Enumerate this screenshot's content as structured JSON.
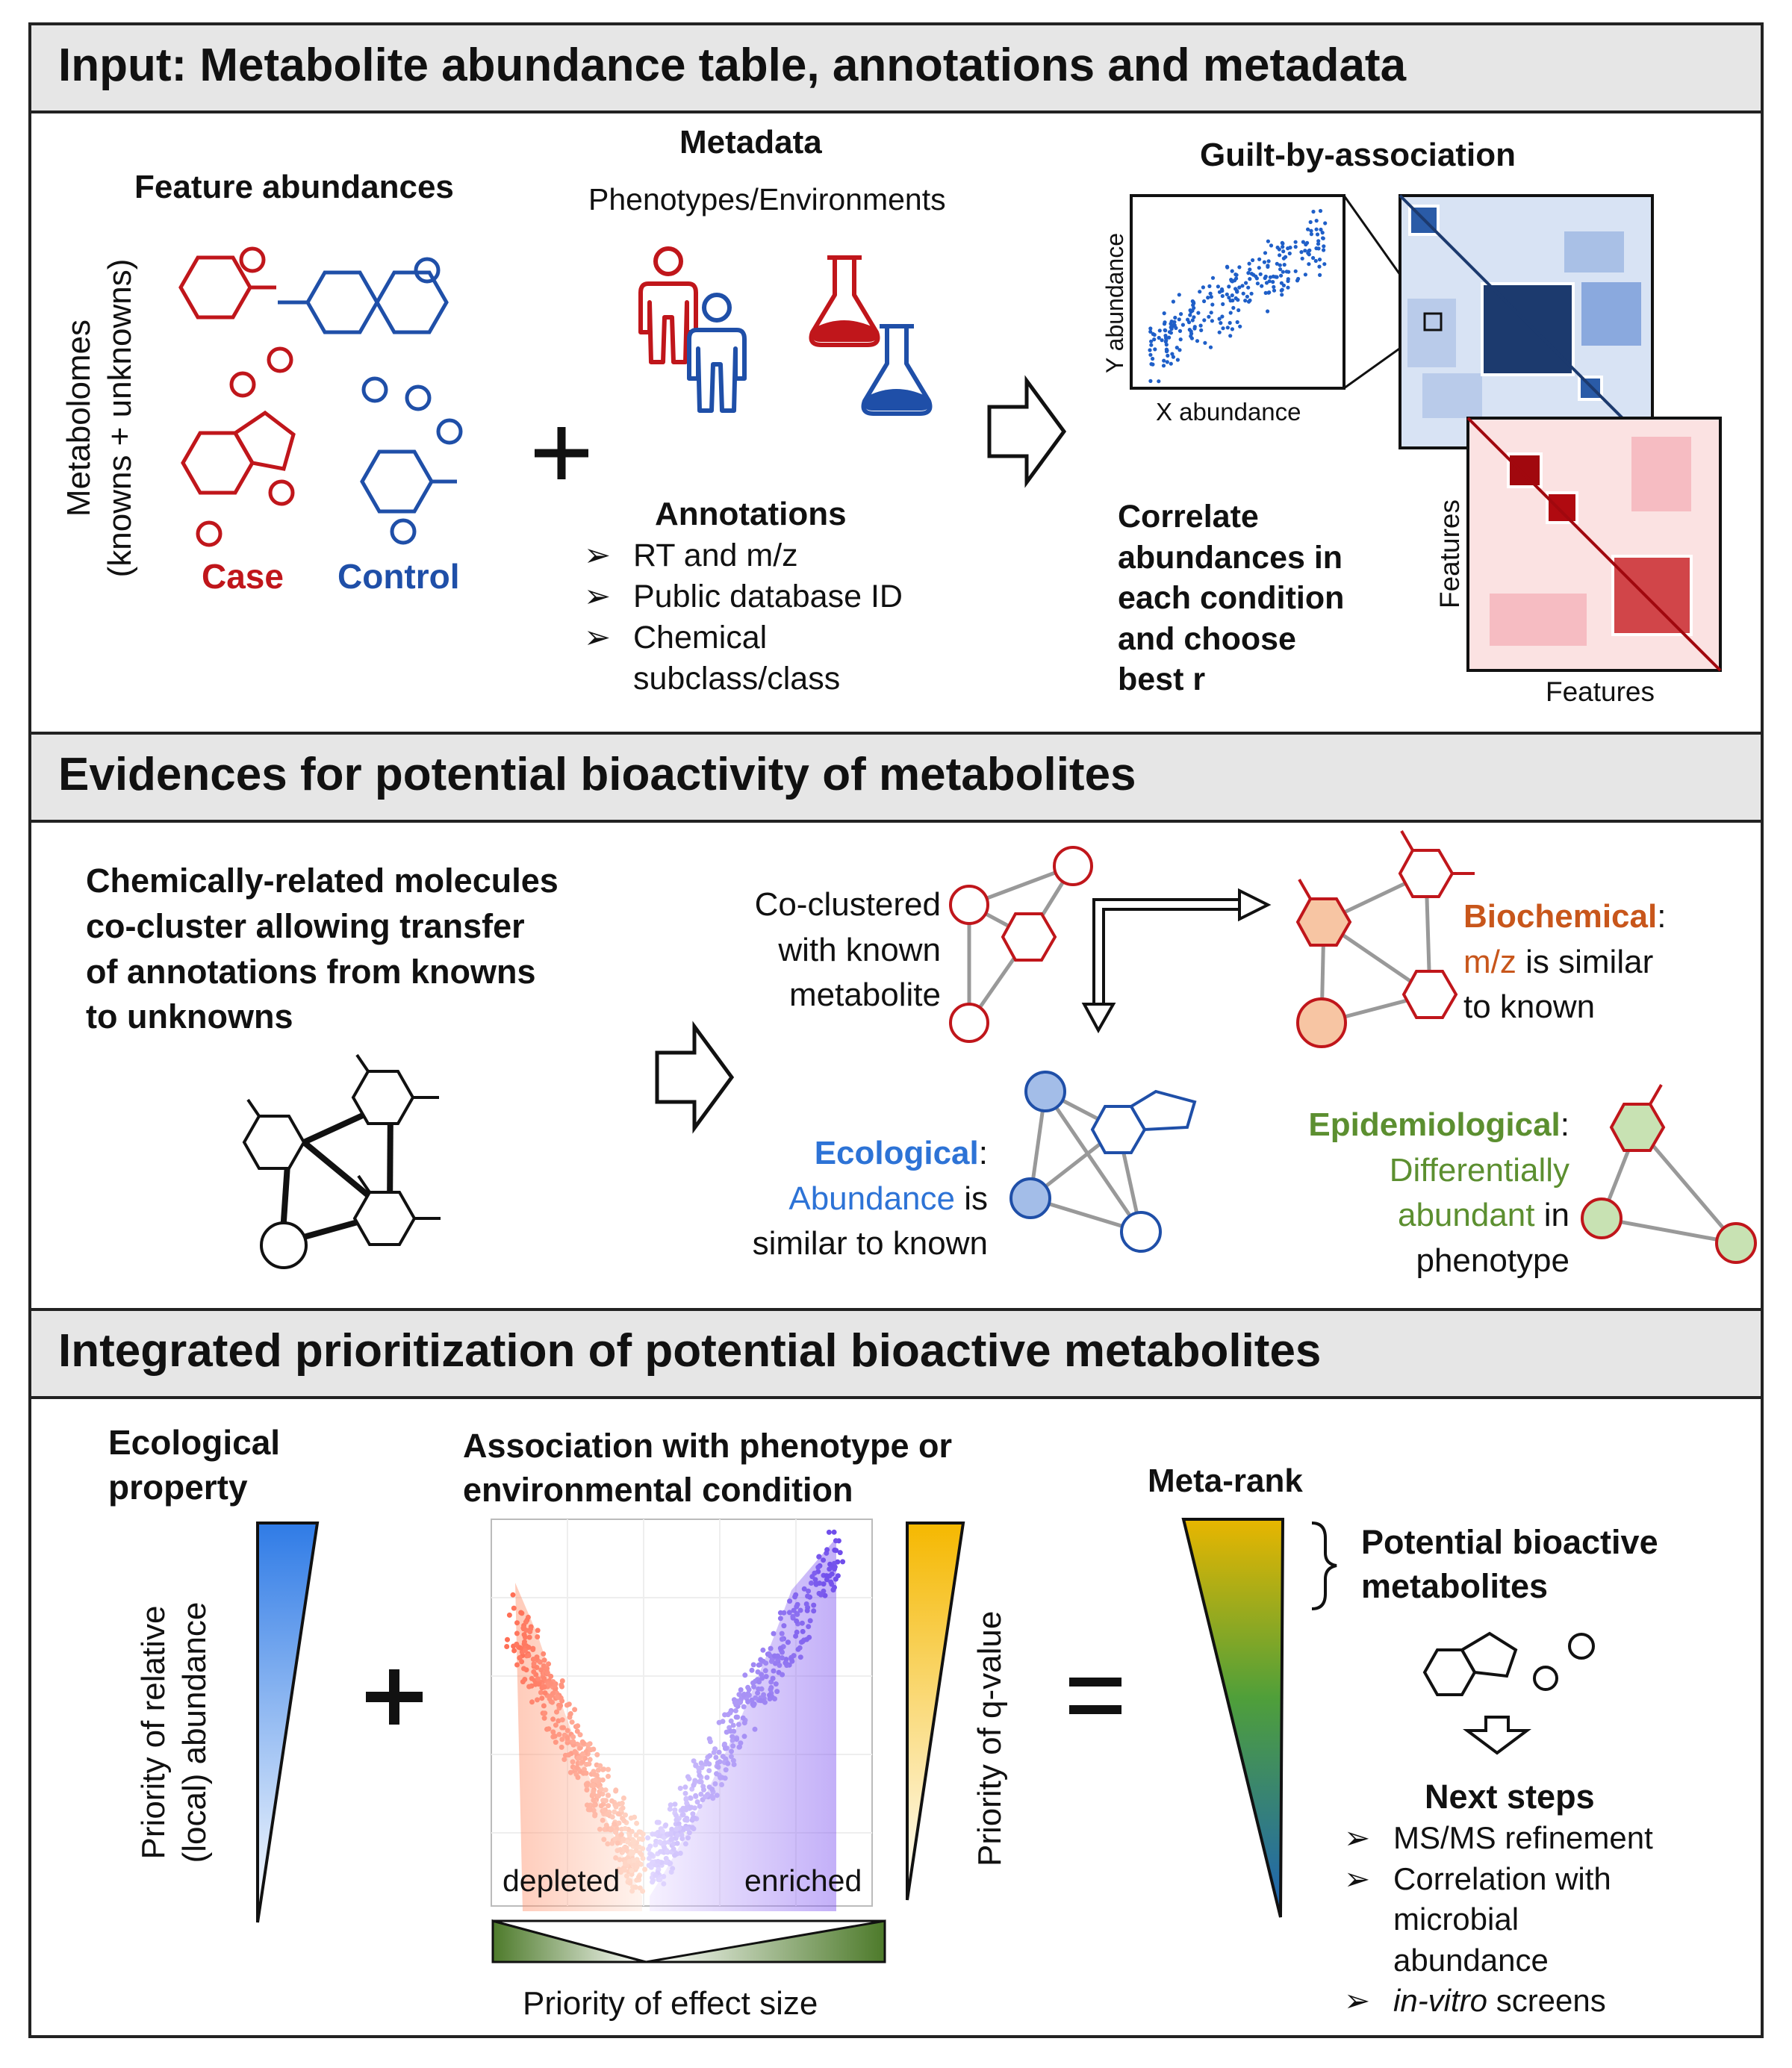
{
  "panel1": {
    "header": "Input: Metabolite abundance table, annotations and metadata",
    "feature_abundances": "Feature abundances",
    "metabolomes_label": "Metabolomes",
    "metabolomes_sub": "(knowns + unknowns)",
    "case": "Case",
    "control": "Control",
    "metadata_title": "Metadata",
    "metadata_sub": "Phenotypes/Environments",
    "annotations_title": "Annotations",
    "annotations": [
      "RT and m/z",
      "Public database ID",
      "Chemical",
      "subclass/class"
    ],
    "gba_title": "Guilt-by-association",
    "scatter_y": "Y abundance",
    "scatter_x": "X abundance",
    "correlate_lines": [
      "Correlate",
      "abundances in",
      "each condition",
      "and choose",
      "best r"
    ],
    "features_y": "Features",
    "features_x": "Features",
    "plus": "+"
  },
  "panel2": {
    "header": "Evidences for potential bioactivity of metabolites",
    "chem_lines": [
      "Chemically-related molecules",
      "co-cluster allowing transfer",
      "of annotations from knowns",
      "to unknowns"
    ],
    "cocluster_lines": [
      "Co-clustered",
      "with known",
      "metabolite"
    ],
    "biochemical_word": "Biochemical",
    "biochemical_colon": ":",
    "biochemical_mz": "m/z",
    "biochemical_rest1": " is similar",
    "biochemical_rest2": "to known",
    "ecological_word": "Ecological",
    "ecological_colon": ":",
    "ecological_abund": "Abundance",
    "ecological_rest1": " is",
    "ecological_rest2": "similar to known",
    "epi_word": "Epidemiological",
    "epi_colon": ":",
    "epi_line2": "Differentially",
    "epi_line3a": "abundant",
    "epi_line3b": " in",
    "epi_line4": "phenotype"
  },
  "panel3": {
    "header": "Integrated prioritization of potential bioactive metabolites",
    "eco_title_lines": [
      "Ecological",
      "property"
    ],
    "eco_axis_lines": [
      "Priority of relative",
      "(local) abundance"
    ],
    "assoc_title_lines": [
      "Association with phenotype or",
      "environmental condition"
    ],
    "depleted": "depleted",
    "enriched": "enriched",
    "qvalue_label": "Priority of q-value",
    "effect_size_label": "Priority of effect size",
    "metarank": "Meta-rank",
    "potential_lines": [
      "Potential bioactive",
      "metabolites"
    ],
    "next_steps": "Next steps",
    "steps": [
      {
        "lines": [
          "MS/MS refinement"
        ]
      },
      {
        "lines": [
          "Correlation with",
          "microbial",
          "abundance"
        ]
      },
      {
        "italic": "in-vitro",
        "rest": " screens"
      }
    ],
    "plus": "+",
    "equals": "="
  },
  "icons": {
    "bullet": "➢",
    "case_color": "#c0161b",
    "control_color": "#1f4fa8"
  }
}
